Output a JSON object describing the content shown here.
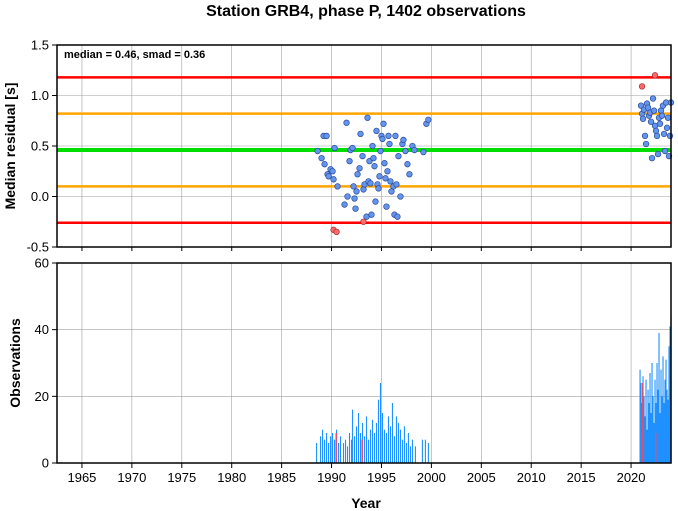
{
  "title": "Station GRB4, phase P, 1402 observations",
  "chart_data": [
    {
      "type": "scatter",
      "ylabel": "Median residual [s]",
      "annotation": "median = 0.46, smad = 0.36",
      "xlim": [
        1962.5,
        2024
      ],
      "ylim": [
        -0.5,
        1.5
      ],
      "yticks": [
        "-0.5",
        "0.0",
        "0.5",
        "1.0",
        "1.5"
      ],
      "yticks_values": [
        -0.5,
        0,
        0.5,
        1.0,
        1.5
      ],
      "grid": true,
      "reference_lines": [
        {
          "name": "median",
          "y": 0.46,
          "color": "#00dd00"
        },
        {
          "name": "median ± 1 smad",
          "y": [
            0.1,
            0.82
          ],
          "color": "#ffa500"
        },
        {
          "name": "median ± 2 smad",
          "y": [
            -0.26,
            1.18
          ],
          "color": "#ff0000"
        }
      ],
      "point_colors": {
        "inlier": "#6495ed",
        "outlier": "#ff6a6a"
      },
      "points": [
        [
          1988.6,
          0.45
        ],
        [
          1989.0,
          0.38
        ],
        [
          1989.2,
          0.6
        ],
        [
          1989.3,
          0.32
        ],
        [
          1989.5,
          0.6
        ],
        [
          1989.6,
          0.22
        ],
        [
          1989.7,
          0.2
        ],
        [
          1989.9,
          0.27
        ],
        [
          1990.1,
          0.25
        ],
        [
          1990.2,
          0.17
        ],
        [
          1990.3,
          0.48
        ],
        [
          1990.6,
          0.1
        ],
        [
          1991.3,
          -0.08
        ],
        [
          1991.5,
          0.73
        ],
        [
          1991.6,
          0.0
        ],
        [
          1991.8,
          0.35
        ],
        [
          1991.9,
          0.46
        ],
        [
          1992.1,
          0.48
        ],
        [
          1992.2,
          0.1
        ],
        [
          1992.3,
          -0.02
        ],
        [
          1992.4,
          -0.12
        ],
        [
          1992.5,
          0.05
        ],
        [
          1992.6,
          0.22
        ],
        [
          1992.8,
          0.28
        ],
        [
          1992.9,
          0.62
        ],
        [
          1993.1,
          0.4
        ],
        [
          1993.2,
          0.07
        ],
        [
          1993.3,
          0.12
        ],
        [
          1993.5,
          -0.2
        ],
        [
          1993.6,
          0.78
        ],
        [
          1993.7,
          0.15
        ],
        [
          1993.8,
          0.35
        ],
        [
          1993.9,
          0.13
        ],
        [
          1994.0,
          -0.18
        ],
        [
          1994.1,
          0.5
        ],
        [
          1994.2,
          0.38
        ],
        [
          1994.3,
          0.3
        ],
        [
          1994.4,
          -0.05
        ],
        [
          1994.5,
          0.65
        ],
        [
          1994.6,
          0.12
        ],
        [
          1994.7,
          0.08
        ],
        [
          1994.8,
          0.2
        ],
        [
          1994.9,
          0.45
        ],
        [
          1995.0,
          0.6
        ],
        [
          1995.1,
          0.57
        ],
        [
          1995.2,
          0.72
        ],
        [
          1995.3,
          0.33
        ],
        [
          1995.4,
          0.18
        ],
        [
          1995.5,
          -0.1
        ],
        [
          1995.6,
          0.25
        ],
        [
          1995.7,
          0.6
        ],
        [
          1995.8,
          0.52
        ],
        [
          1995.9,
          0.15
        ],
        [
          1996.0,
          0.05
        ],
        [
          1996.2,
          0.1
        ],
        [
          1996.3,
          -0.18
        ],
        [
          1996.4,
          0.6
        ],
        [
          1996.5,
          0.12
        ],
        [
          1996.6,
          -0.2
        ],
        [
          1996.7,
          0.4
        ],
        [
          1996.9,
          0.0
        ],
        [
          1997.1,
          0.52
        ],
        [
          1997.2,
          0.56
        ],
        [
          1997.4,
          0.45
        ],
        [
          1997.6,
          0.32
        ],
        [
          1997.8,
          0.22
        ],
        [
          1998.1,
          0.5
        ],
        [
          1998.3,
          0.46
        ],
        [
          1999.2,
          0.44
        ],
        [
          1999.5,
          0.72
        ],
        [
          1999.7,
          0.76
        ],
        [
          2021.0,
          0.9
        ],
        [
          2021.1,
          0.82
        ],
        [
          2021.2,
          0.77
        ],
        [
          2021.3,
          0.86
        ],
        [
          2021.4,
          0.6
        ],
        [
          2021.5,
          0.52
        ],
        [
          2021.6,
          0.92
        ],
        [
          2021.7,
          0.88
        ],
        [
          2021.8,
          0.8
        ],
        [
          2021.9,
          0.83
        ],
        [
          2022.0,
          0.74
        ],
        [
          2022.1,
          0.38
        ],
        [
          2022.2,
          0.97
        ],
        [
          2022.3,
          0.85
        ],
        [
          2022.4,
          0.7
        ],
        [
          2022.5,
          0.65
        ],
        [
          2022.6,
          0.6
        ],
        [
          2022.7,
          0.42
        ],
        [
          2022.8,
          0.78
        ],
        [
          2022.9,
          0.72
        ],
        [
          2023.0,
          0.85
        ],
        [
          2023.1,
          0.8
        ],
        [
          2023.2,
          0.9
        ],
        [
          2023.3,
          0.62
        ],
        [
          2023.4,
          0.45
        ],
        [
          2023.5,
          0.93
        ],
        [
          2023.6,
          0.68
        ],
        [
          2023.7,
          0.78
        ],
        [
          2023.8,
          0.4
        ],
        [
          2023.9,
          0.6
        ],
        [
          2024.0,
          0.93
        ]
      ],
      "outlier_points": [
        [
          1990.2,
          -0.33
        ],
        [
          1990.5,
          -0.35
        ],
        [
          1993.2,
          -0.25
        ],
        [
          2021.1,
          1.09
        ],
        [
          2022.4,
          1.2
        ]
      ]
    },
    {
      "type": "bar",
      "xlabel": "Year",
      "ylabel": "Observations",
      "xlim": [
        1962.5,
        2024
      ],
      "ylim": [
        0,
        60
      ],
      "xticks": [
        "1965",
        "1970",
        "1975",
        "1980",
        "1985",
        "1990",
        "1995",
        "2000",
        "2005",
        "2010",
        "2015",
        "2020"
      ],
      "xticks_values": [
        1965,
        1970,
        1975,
        1980,
        1985,
        1990,
        1995,
        2000,
        2005,
        2010,
        2015,
        2020
      ],
      "yticks": [
        "0",
        "20",
        "40",
        "60"
      ],
      "yticks_values": [
        0,
        20,
        40,
        60
      ],
      "grid": true,
      "bar_colors": {
        "normal": "#1e90ff",
        "highlighted": "#e05070"
      },
      "bars": [
        [
          1988.5,
          6
        ],
        [
          1988.9,
          8
        ],
        [
          1989.1,
          10
        ],
        [
          1989.3,
          7
        ],
        [
          1989.5,
          9
        ],
        [
          1989.7,
          6
        ],
        [
          1989.9,
          8
        ],
        [
          1990.1,
          9
        ],
        [
          1990.3,
          7
        ],
        [
          1990.5,
          10
        ],
        [
          1990.7,
          6
        ],
        [
          1990.9,
          8
        ],
        [
          1991.2,
          6
        ],
        [
          1991.4,
          7
        ],
        [
          1991.6,
          5
        ],
        [
          1991.8,
          9
        ],
        [
          1992.0,
          7
        ],
        [
          1992.1,
          16
        ],
        [
          1992.3,
          8
        ],
        [
          1992.5,
          11
        ],
        [
          1992.7,
          15
        ],
        [
          1992.9,
          9
        ],
        [
          1993.1,
          12
        ],
        [
          1993.3,
          8
        ],
        [
          1993.5,
          14
        ],
        [
          1993.7,
          7
        ],
        [
          1993.9,
          10
        ],
        [
          1994.1,
          13
        ],
        [
          1994.3,
          9
        ],
        [
          1994.5,
          12
        ],
        [
          1994.7,
          19
        ],
        [
          1994.9,
          24
        ],
        [
          1995.1,
          15
        ],
        [
          1995.3,
          10
        ],
        [
          1995.5,
          9
        ],
        [
          1995.7,
          14
        ],
        [
          1995.9,
          11
        ],
        [
          1996.1,
          18
        ],
        [
          1996.3,
          8
        ],
        [
          1996.5,
          14
        ],
        [
          1996.7,
          12
        ],
        [
          1996.9,
          10
        ],
        [
          1997.1,
          7
        ],
        [
          1997.3,
          11
        ],
        [
          1997.5,
          6
        ],
        [
          1997.7,
          9
        ],
        [
          1997.9,
          5
        ],
        [
          1998.1,
          7
        ],
        [
          1998.4,
          5
        ],
        [
          1999.1,
          7
        ],
        [
          1999.4,
          7
        ],
        [
          1999.7,
          6
        ],
        [
          2020.9,
          28
        ],
        [
          2021.0,
          24
        ],
        [
          2021.1,
          18
        ],
        [
          2021.2,
          26
        ],
        [
          2021.3,
          20
        ],
        [
          2021.4,
          14
        ],
        [
          2021.5,
          25
        ],
        [
          2021.6,
          10
        ],
        [
          2021.7,
          22
        ],
        [
          2021.8,
          18
        ],
        [
          2021.9,
          27
        ],
        [
          2022.0,
          15
        ],
        [
          2022.1,
          30
        ],
        [
          2022.2,
          20
        ],
        [
          2022.3,
          12
        ],
        [
          2022.4,
          25
        ],
        [
          2022.5,
          18
        ],
        [
          2022.6,
          30
        ],
        [
          2022.7,
          22
        ],
        [
          2022.8,
          39
        ],
        [
          2022.9,
          15
        ],
        [
          2023.0,
          28
        ],
        [
          2023.1,
          20
        ],
        [
          2023.2,
          32
        ],
        [
          2023.3,
          18
        ],
        [
          2023.4,
          25
        ],
        [
          2023.5,
          31
        ],
        [
          2023.6,
          22
        ],
        [
          2023.7,
          19
        ],
        [
          2023.8,
          35
        ],
        [
          2023.9,
          41
        ],
        [
          2024.0,
          44
        ]
      ],
      "highlighted_bars": [
        [
          1990.45,
          9
        ],
        [
          1993.05,
          7
        ],
        [
          2021.15,
          24
        ],
        [
          2022.45,
          9
        ]
      ]
    }
  ]
}
